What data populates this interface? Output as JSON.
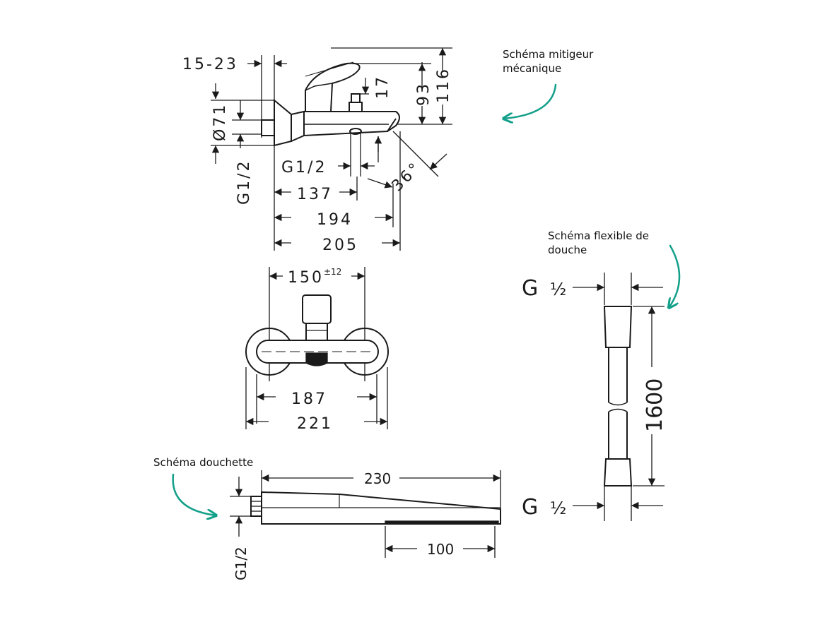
{
  "labels": {
    "mixer": "Schéma mitigeur\nmécanique",
    "hose": "Schéma flexible de\ndouche",
    "handshower": "Schéma douchette"
  },
  "mixer_side": {
    "d15_23": "15-23",
    "d17": "17",
    "d93": "93",
    "d116": "116",
    "dia71": "Ø71",
    "g12_vertical": "G1/2",
    "g12_outlet": "G1/2",
    "d137": "137",
    "d194": "194",
    "d205": "205",
    "angle": "36°"
  },
  "mixer_front": {
    "d150": "150",
    "d150_tol": "±12",
    "d187": "187",
    "d221": "221"
  },
  "hose": {
    "g_top": "G",
    "half_top": "½",
    "d1600": "1600",
    "g_bottom": "G",
    "half_bottom": "½"
  },
  "handshower": {
    "d230": "230",
    "d100": "100",
    "g12": "G1/2"
  },
  "colors": {
    "line": "#1a1a1a",
    "annotation_arrow": "#13a08a"
  }
}
